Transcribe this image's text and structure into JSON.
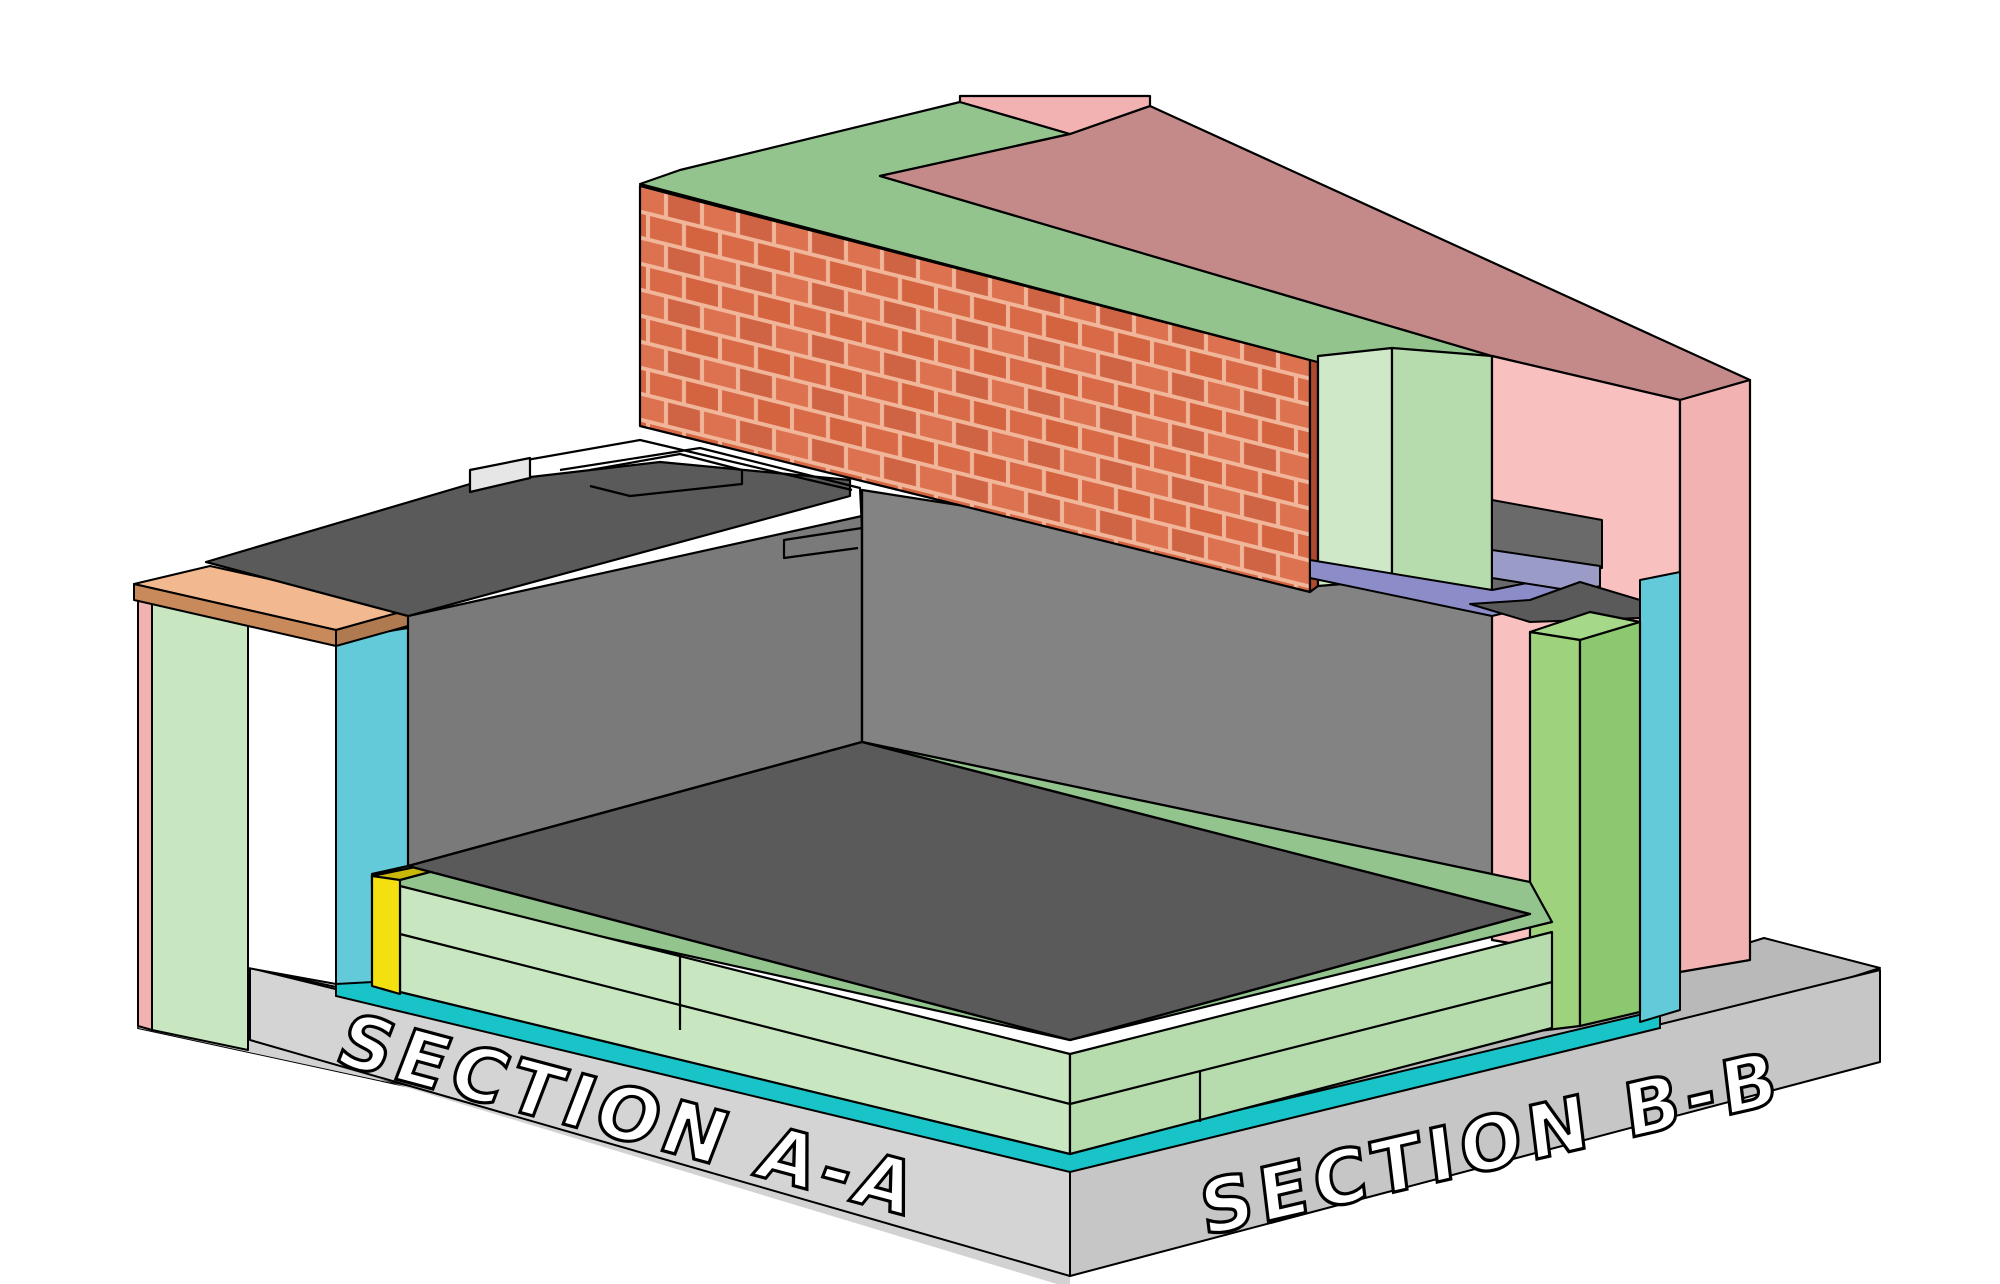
{
  "labels": {
    "section_a": "SECTION A-A",
    "section_b": "SECTION B-B"
  },
  "colors": {
    "concrete_slab": "#d2d2d2",
    "concrete_slab_right": "#c4c4c4",
    "concrete_top": "#b8b8b8",
    "waterproof_membrane": "#18c4c8",
    "insulation_light": "#c8e6c0",
    "insulation_mid": "#b6dcae",
    "insulation_top": "#93c48e",
    "insulation_upstand": "#8cc870",
    "insulation_upstand_face": "#9ed27c",
    "roof_membrane": "#5a5a5a",
    "roof_membrane_wall": "#7c7c7c",
    "wall_upstand_grey": "#7a7a7a",
    "vapour_barrier_blue": "#62cad8",
    "inner_leaf_pink": "#f2b2b2",
    "inner_leaf_pink_front": "#f9c0c0",
    "inner_leaf_top": "#c48a8a",
    "brick_red": "#d86a48",
    "brick_mortar": "#f0b89a",
    "cavity_insulation": "#c8e6c0",
    "coping_timber": "#c88a5a",
    "coping_timber_top": "#f2b890",
    "tapered_firring_yellow": "#f4e010",
    "cavity_tray_purple": "#8c8cc8",
    "outline": "#000000"
  },
  "icons": [
    "brick-pattern",
    "drip-edge-flashing",
    "metal-trim"
  ]
}
